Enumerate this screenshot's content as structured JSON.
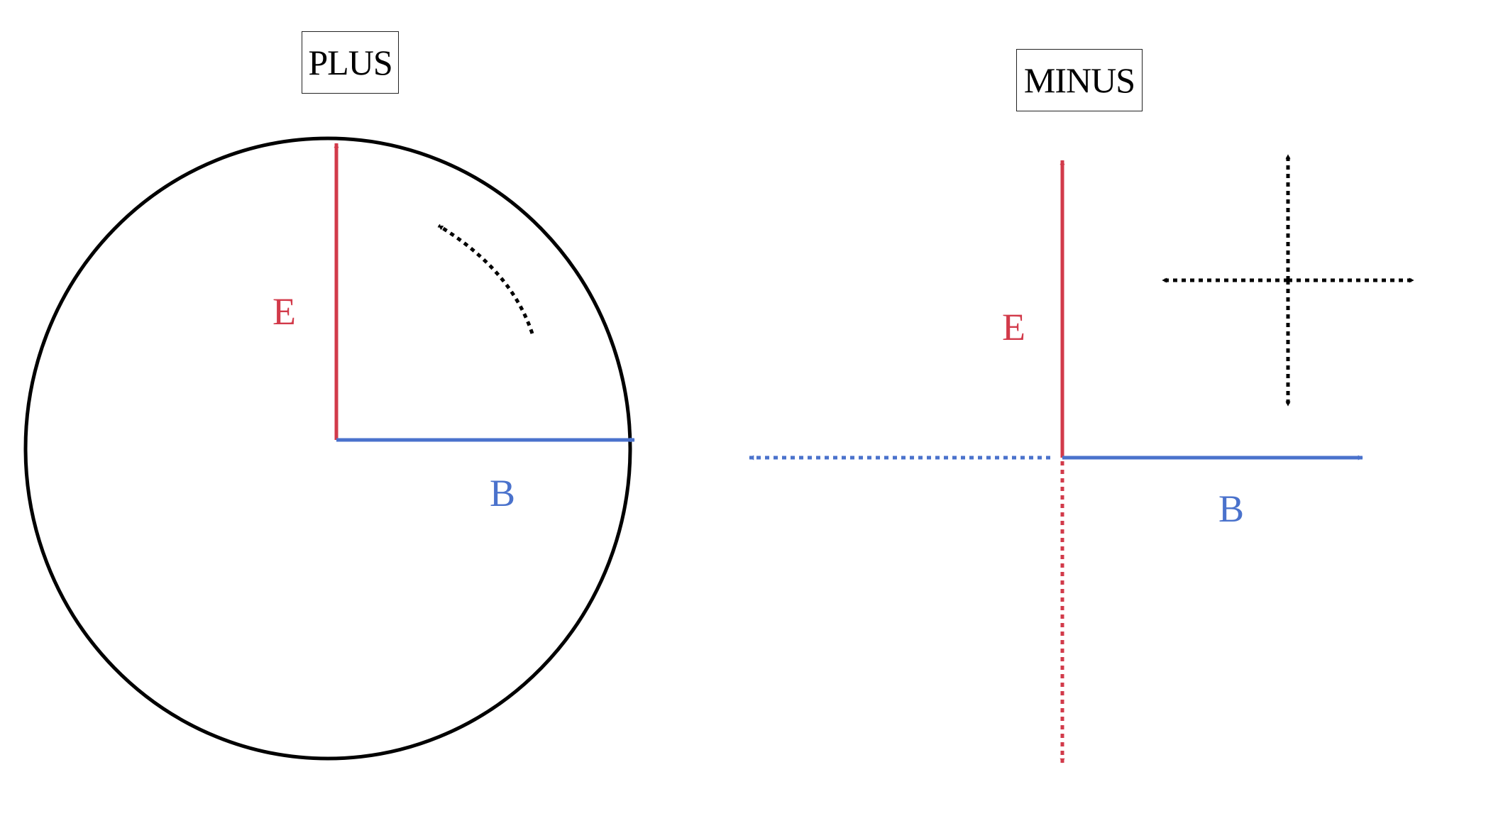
{
  "plus_panel": {
    "title": "PLUS",
    "e_label": "E",
    "b_label": "B"
  },
  "minus_panel": {
    "title": "MINUS",
    "e_label": "E",
    "b_label": "B"
  },
  "colors": {
    "e_field": "#d23a4a",
    "b_field": "#4a72cc",
    "outline": "#000000"
  }
}
